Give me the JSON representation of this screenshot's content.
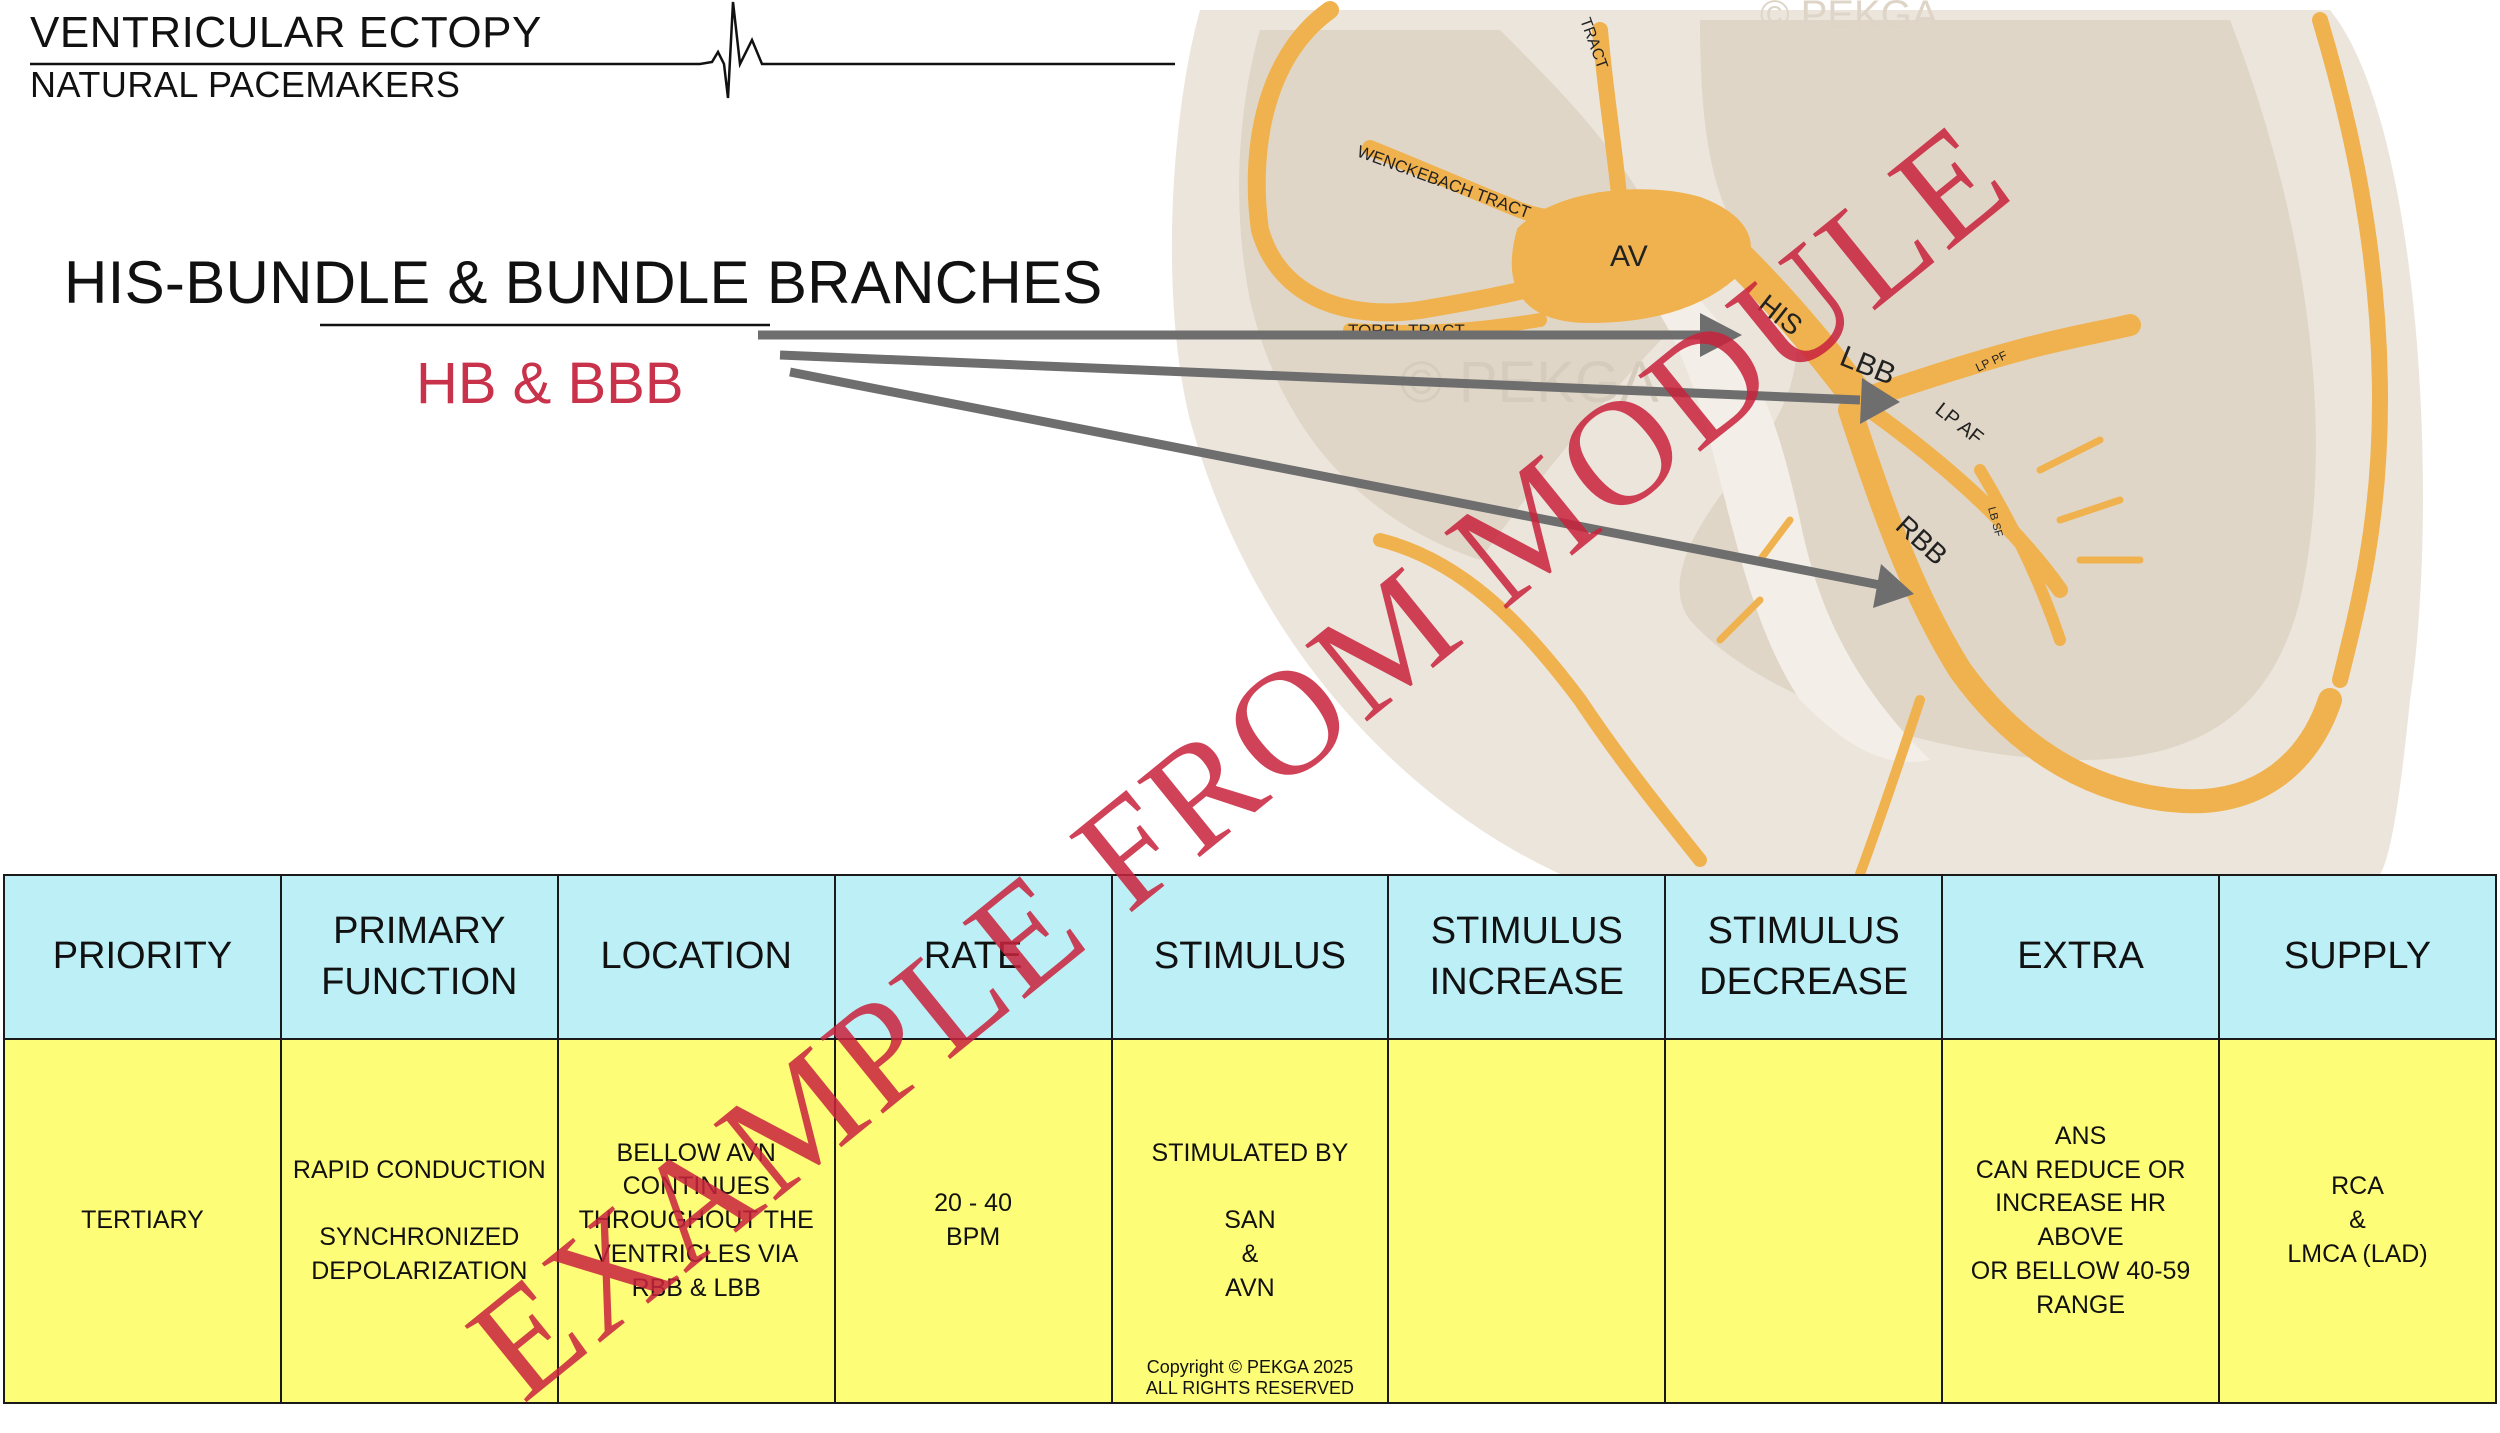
{
  "header": {
    "title": "VENTRICULAR ECTOPY",
    "subtitle": "NATURAL PACEMAKERS"
  },
  "topic": {
    "heading": "HIS-BUNDLE & BUNDLE BRANCHES",
    "abbreviation": "HB & BBB"
  },
  "diagram": {
    "labels": {
      "tract_top": "TRACT",
      "wenckebach": "WENCKEBACH TRACT",
      "av": "AV",
      "torel": "TOREL TRACT",
      "his": "HIS",
      "lbb": "LBB",
      "lp_af": "LP AF",
      "lp_pf": "LP PF",
      "lb_sf": "LB SF",
      "rbb": "RBB"
    },
    "watermark_faint": "© PEKGA",
    "colors": {
      "conduction": "#f0b24e",
      "tissue": "#e0d6c7",
      "tissue_light": "#ece5dc",
      "arrow": "#6e6e6e"
    }
  },
  "table": {
    "headers": [
      "PRIORITY",
      "PRIMARY\nFUNCTION",
      "LOCATION",
      "RATE",
      "STIMULUS",
      "STIMULUS\nINCREASE",
      "STIMULUS\nDECREASE",
      "EXTRA",
      "SUPPLY"
    ],
    "row": [
      "TERTIARY",
      "RAPID CONDUCTION\n\nSYNCHRONIZED\nDEPOLARIZATION",
      "BELLOW AVN\nCONTINUES\nTHROUGHOUT THE\nVENTRICLES VIA\nRBB & LBB",
      "20 - 40\nBPM",
      "STIMULATED BY\n\nSAN\n&\nAVN",
      "",
      "",
      "ANS\nCAN REDUCE OR\nINCREASE HR ABOVE\nOR BELLOW 40-59\nRANGE",
      "RCA\n&\nLMCA (LAD)"
    ],
    "copyright": "Copyright © PEKGA 2025\nALL RIGHTS RESERVED",
    "colors": {
      "header_bg": "#bdeff6",
      "row_bg": "#fdfd77"
    }
  },
  "watermark": "EXAMPLE FROM MODULE"
}
